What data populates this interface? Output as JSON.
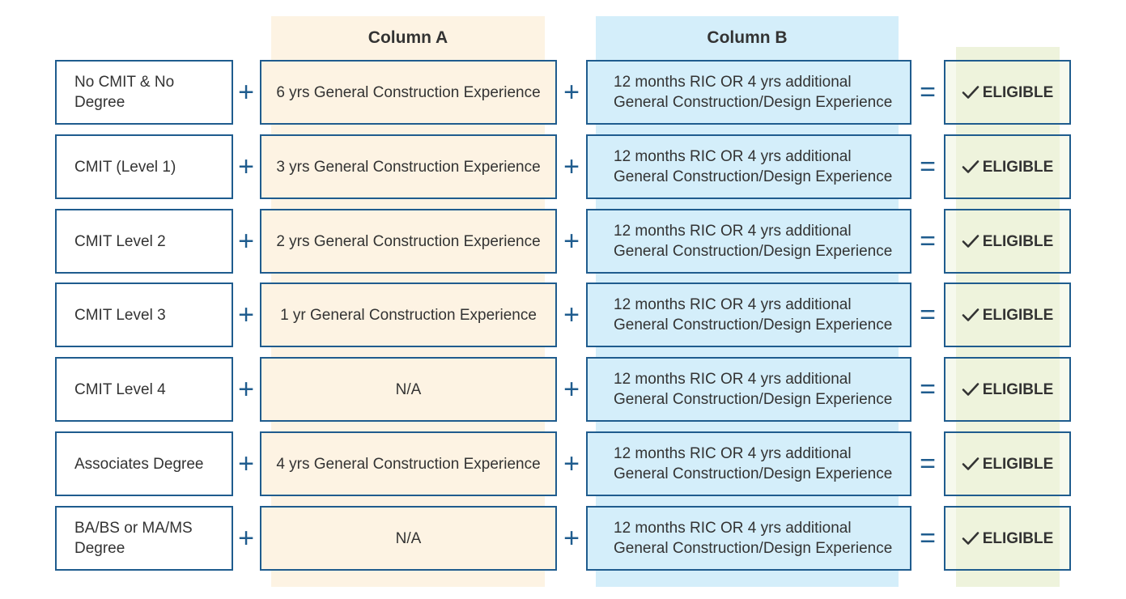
{
  "headers": {
    "column_a": "Column A",
    "column_b": "Column B"
  },
  "operators": {
    "plus": "+",
    "equals": "="
  },
  "result_icon": "check-icon",
  "colors": {
    "border": "#1f5c8e",
    "column_a_fill": "#fdf3e3",
    "column_b_fill": "#d4eefa",
    "result_fill": "#eef3dc"
  },
  "rows": [
    {
      "qualification": "No CMIT & No Degree",
      "column_a": "6 yrs General Construction Experience",
      "column_b_line1": "12 months RIC OR 4 yrs additional",
      "column_b_line2": "General Construction/Design Experience",
      "result": "ELIGIBLE"
    },
    {
      "qualification": "CMIT (Level 1)",
      "column_a": "3 yrs General Construction Experience",
      "column_b_line1": "12 months RIC OR 4 yrs additional",
      "column_b_line2": "General Construction/Design Experience",
      "result": "ELIGIBLE"
    },
    {
      "qualification": "CMIT Level 2",
      "column_a": "2 yrs General Construction Experience",
      "column_b_line1": "12 months RIC OR 4 yrs additional",
      "column_b_line2": "General Construction/Design Experience",
      "result": "ELIGIBLE"
    },
    {
      "qualification": "CMIT Level 3",
      "column_a": "1 yr General Construction Experience",
      "column_b_line1": "12 months RIC OR 4 yrs additional",
      "column_b_line2": "General Construction/Design Experience",
      "result": "ELIGIBLE"
    },
    {
      "qualification": "CMIT Level 4",
      "column_a": "N/A",
      "column_b_line1": "12 months RIC OR 4 yrs additional",
      "column_b_line2": "General Construction/Design Experience",
      "result": "ELIGIBLE"
    },
    {
      "qualification": "Associates Degree",
      "column_a": "4 yrs General Construction Experience",
      "column_b_line1": "12 months RIC OR 4 yrs additional",
      "column_b_line2": "General Construction/Design Experience",
      "result": "ELIGIBLE"
    },
    {
      "qualification": "BA/BS or MA/MS Degree",
      "column_a": "N/A",
      "column_b_line1": "12 months RIC OR 4 yrs additional",
      "column_b_line2": "General Construction/Design Experience",
      "result": "ELIGIBLE"
    }
  ]
}
